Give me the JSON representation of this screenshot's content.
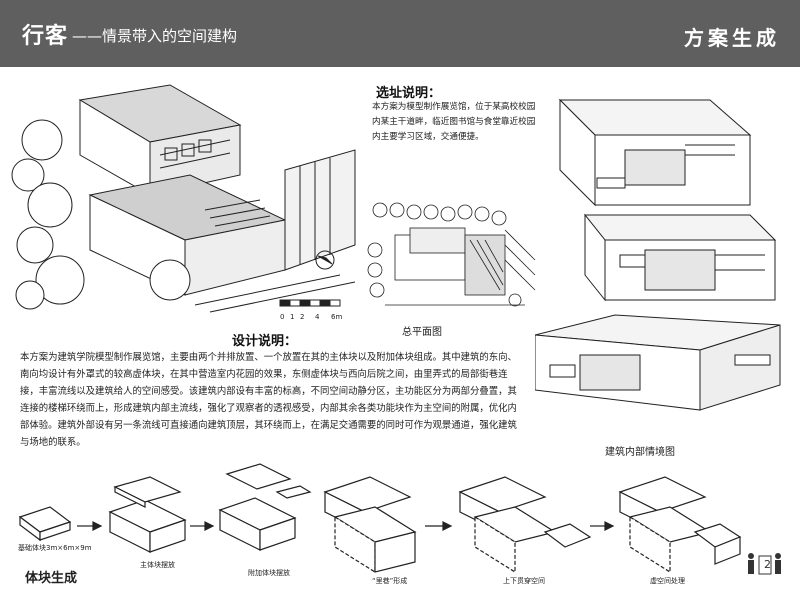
{
  "header": {
    "title_main": "行客",
    "title_sub": "——情景带入的空间建构",
    "title_right": "方案生成"
  },
  "site": {
    "heading": "选址说明：",
    "text": "本方案为模型制作展览馆，位于某高校校园内某主干道畔，临近图书馆与食堂靠近校园内主要学习区域，交通便捷。",
    "plan_label": "总平面图",
    "scale_labels": [
      "0",
      "1",
      "2",
      "4",
      "6m"
    ]
  },
  "design": {
    "heading": "设计说明：",
    "text": "本方案为建筑学院模型制作展览馆，主要由两个并排放置、一个放置在其的主体块以及附加体块组成。其中建筑的东向、南向均设计有外罩式的较高虚体块，在其中营造室内花园的效果，东侧虚体块与西向后院之间，由里弄式的局部街巷连接，丰富流线以及建筑给人的空间感受。该建筑内部设有丰富的标高，不同空间动静分区，主功能区分为两部分叠置，其连接的楼梯环绕而上，形成建筑内部主流线，强化了观察者的透视感受，内部其余各类功能块作为主空间的附属，优化内部体验。建筑外部设有另一条流线可直接通向建筑顶层，其环绕而上，在满足交通需要的同时可作为观景通道，强化建筑与场地的联系。"
  },
  "interior": {
    "label": "建筑内部情境图"
  },
  "massing": {
    "title": "体块生成",
    "captions": [
      "基础体块3m×6m×9m",
      "主体块摆放",
      "附加体块摆放",
      "“里巷”形成",
      "上下贯穿空间",
      "虚空间处理"
    ]
  },
  "footer": {
    "page_number": "2"
  }
}
